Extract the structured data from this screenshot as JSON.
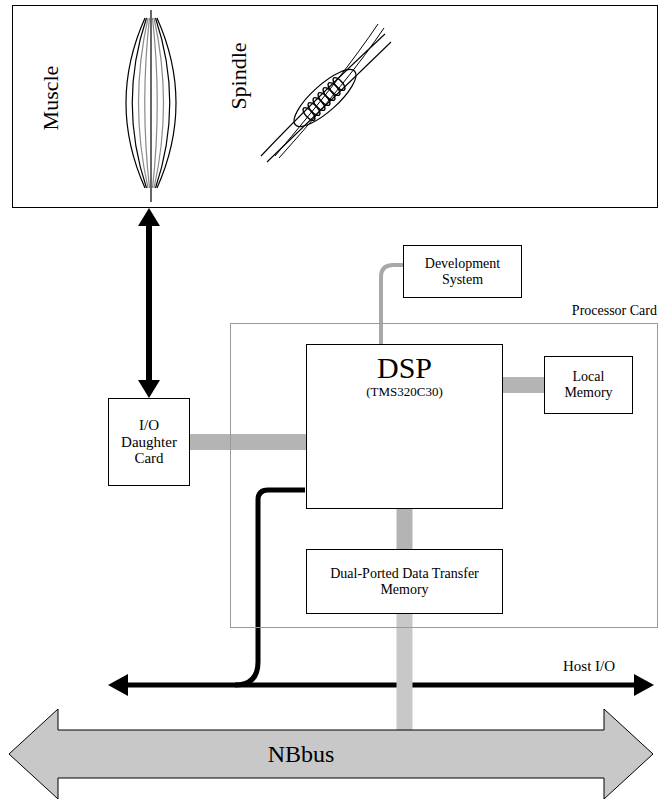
{
  "diagram": {
    "nodes": [
      {
        "text": [
          "Muscle",
          "Spindle"
        ]
      },
      {
        "text": [
          "Development System"
        ]
      },
      {
        "text": [
          "Processor Card"
        ]
      },
      {
        "text": [
          "DSP",
          "(TMS320C30)"
        ],
        "in": 2
      },
      {
        "text": [
          "Local Memory"
        ],
        "in": 2
      },
      {
        "text": [
          "I/O Daughter Card"
        ]
      },
      {
        "text": [
          "Dual-Ported Data Transfer Memory"
        ],
        "in": 2
      },
      {
        "text": [
          "NBbus"
        ]
      }
    ],
    "edges": [
      {
        "from": 0,
        "to": 5,
        "arrow": "both"
      },
      {
        "from": 1,
        "to": 3,
        "arrow": "none"
      },
      {
        "from": 5,
        "to": 3,
        "arrow": "none"
      },
      {
        "from": 3,
        "to": 4,
        "arrow": "none"
      },
      {
        "from": 3,
        "to": 6,
        "arrow": "none"
      },
      {
        "from": 6,
        "to": 7,
        "arrow": "none"
      }
    ],
    "labels": [
      "Host I/O"
    ]
  }
}
